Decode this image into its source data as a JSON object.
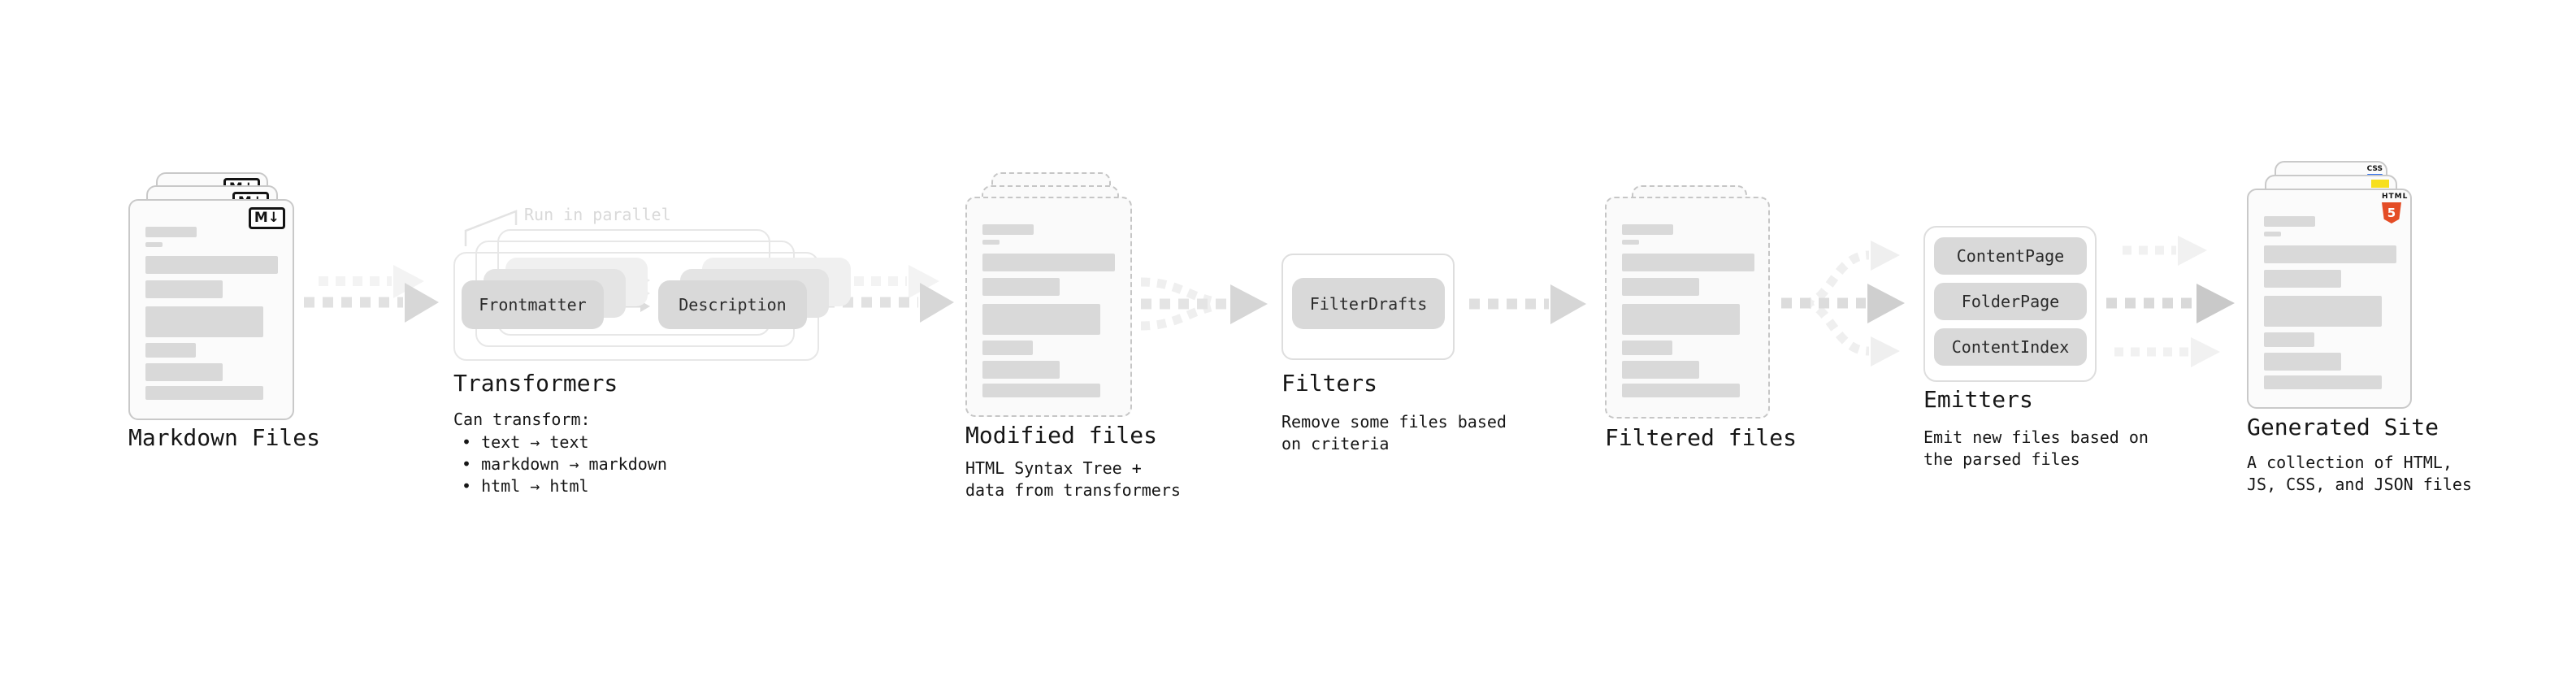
{
  "stages": {
    "markdown_files": {
      "label": "Markdown Files",
      "file_icon": "M↓"
    },
    "transformers": {
      "label": "Transformers",
      "callout": "Run in parallel",
      "pills": [
        "Frontmatter",
        "Description"
      ],
      "desc_heading": "Can transform:",
      "bullets": [
        "text → text",
        "markdown → markdown",
        "html → html"
      ]
    },
    "modified_files": {
      "label": "Modified files",
      "desc": "HTML Syntax Tree +\ndata from transformers"
    },
    "filters": {
      "label": "Filters",
      "pill": "FilterDrafts",
      "desc": "Remove some files based\non criteria"
    },
    "filtered_files": {
      "label": "Filtered files"
    },
    "emitters": {
      "label": "Emitters",
      "pills": [
        "ContentPage",
        "FolderPage",
        "ContentIndex"
      ],
      "desc": "Emit new files based on\nthe parsed files"
    },
    "generated_site": {
      "label": "Generated Site",
      "desc": "A collection of HTML,\nJS, CSS, and JSON files",
      "badges": {
        "css": "CSS",
        "html5_caption": "HTML",
        "html5_numeral": "5"
      }
    }
  },
  "colors": {
    "css_accent": "#2d6ff2",
    "js_accent": "#f7df1e",
    "html5_accent": "#e44d26"
  }
}
